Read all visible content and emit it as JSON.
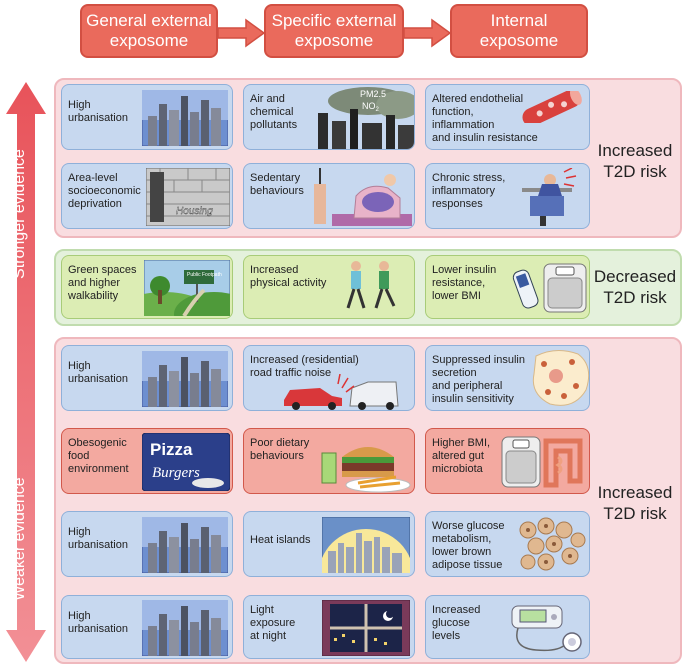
{
  "headers": [
    "General external\nexposome",
    "Specific external\nexposome",
    "Internal\nexposome"
  ],
  "axis": {
    "top_label": "Stronger evidence",
    "bottom_label": "Weaker evidence"
  },
  "risk_labels": {
    "increased_top": "Increased\nT2D risk",
    "decreased": "Decreased\nT2D risk",
    "increased_bottom": "Increased\nT2D risk"
  },
  "image_text": {
    "pm25": "PM2.5",
    "no2": "NO",
    "no2_sub": "2",
    "housing": "Housing",
    "footpath": "Public\nFootpath",
    "pizza": "Pizza",
    "burgers": "Burgers"
  },
  "rows": [
    [
      "High\nurbanisation",
      "Air and\nchemical\npollutants",
      "Altered endothelial\nfunction,\ninflammation\nand insulin resistance"
    ],
    [
      "Area-level\nsocioeconomic\ndeprivation",
      "Sedentary\nbehaviours",
      "Chronic stress,\ninflammatory\nresponses"
    ],
    [
      "Green spaces\nand higher\nwalkability",
      "Increased\nphysical activity",
      "Lower insulin\nresistance,\nlower BMI"
    ],
    [
      "High\nurbanisation",
      "Increased (residential)\nroad traffic noise",
      "Suppressed insulin\nsecretion\nand peripheral\ninsulin sensitivity"
    ],
    [
      "Obesogenic\nfood\nenvironment",
      "Poor dietary\nbehaviours",
      "Higher BMI,\naltered gut\nmicrobiota"
    ],
    [
      "High\nurbanisation",
      "Heat islands",
      "Worse glucose\nmetabolism,\nlower brown\nadipose tissue"
    ],
    [
      "High\nurbanisation",
      "Light\nexposure\nat night",
      "Increased\nglucose\nlevels"
    ]
  ],
  "colors": {
    "header": "#ea6a5c",
    "blue_card": "#c7d8ef",
    "green_card": "#dcedb4",
    "red_card": "#f3a9a0",
    "red_section": "#f9dde0",
    "green_section": "#e4f1dc"
  }
}
